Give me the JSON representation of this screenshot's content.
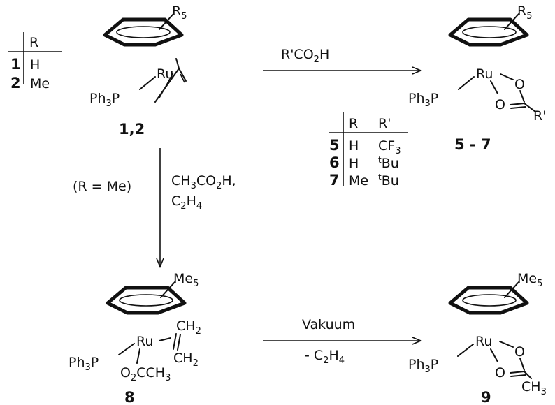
{
  "table1": {
    "header": "R",
    "rows": [
      {
        "num": "1",
        "r": "H"
      },
      {
        "num": "2",
        "r": "Me"
      }
    ]
  },
  "cpd12": {
    "cp_sub": "R",
    "cp_sub_n": "5",
    "ru": "Ru",
    "ph3p": "Ph",
    "ph3p_n": "3",
    "ph3p_p": "P",
    "label": "1,2"
  },
  "arrow_top": {
    "reagent": "R'CO",
    "reagent_n": "2",
    "reagent_tail": "H"
  },
  "cpd57": {
    "cp_sub": "R",
    "cp_sub_n": "5",
    "ru": "Ru",
    "o1": "O",
    "o2": "O",
    "rprime": "R'",
    "label": "5 - 7"
  },
  "table57": {
    "h_r": "R",
    "h_rp": "R'",
    "rows": [
      {
        "num": "5",
        "r": "H",
        "rp": "CF",
        "rp_n": "3",
        "sup": ""
      },
      {
        "num": "6",
        "r": "H",
        "rp": "Bu",
        "rp_n": "",
        "sup": "t"
      },
      {
        "num": "7",
        "r": "Me",
        "rp": "Bu",
        "rp_n": "",
        "sup": "t"
      }
    ]
  },
  "arrow_down": {
    "condition": "(R = Me)",
    "reagent1": "CH",
    "reagent1_n": "3",
    "reagent1_mid": "CO",
    "reagent1_n2": "2",
    "reagent1_tail": "H,",
    "reagent2": "C",
    "reagent2_n": "2",
    "reagent2_h": "H",
    "reagent2_n2": "4"
  },
  "cpd8": {
    "cp_sub": "Me",
    "cp_sub_n": "5",
    "ru": "Ru",
    "ch2a": "CH",
    "ch2a_n": "2",
    "ch2b": "CH",
    "ch2b_n": "2",
    "oac": "O",
    "oac_n": "2",
    "oac_tail": "CCH",
    "oac_n2": "3",
    "label": "8"
  },
  "arrow_bottom": {
    "top": "Vakuum",
    "bottom": "- C",
    "bottom_n": "2",
    "bottom_h": "H",
    "bottom_n2": "4"
  },
  "cpd9": {
    "cp_sub": "Me",
    "cp_sub_n": "5",
    "ru": "Ru",
    "o1": "O",
    "o2": "O",
    "ch3": "CH",
    "ch3_n": "3",
    "label": "9"
  }
}
